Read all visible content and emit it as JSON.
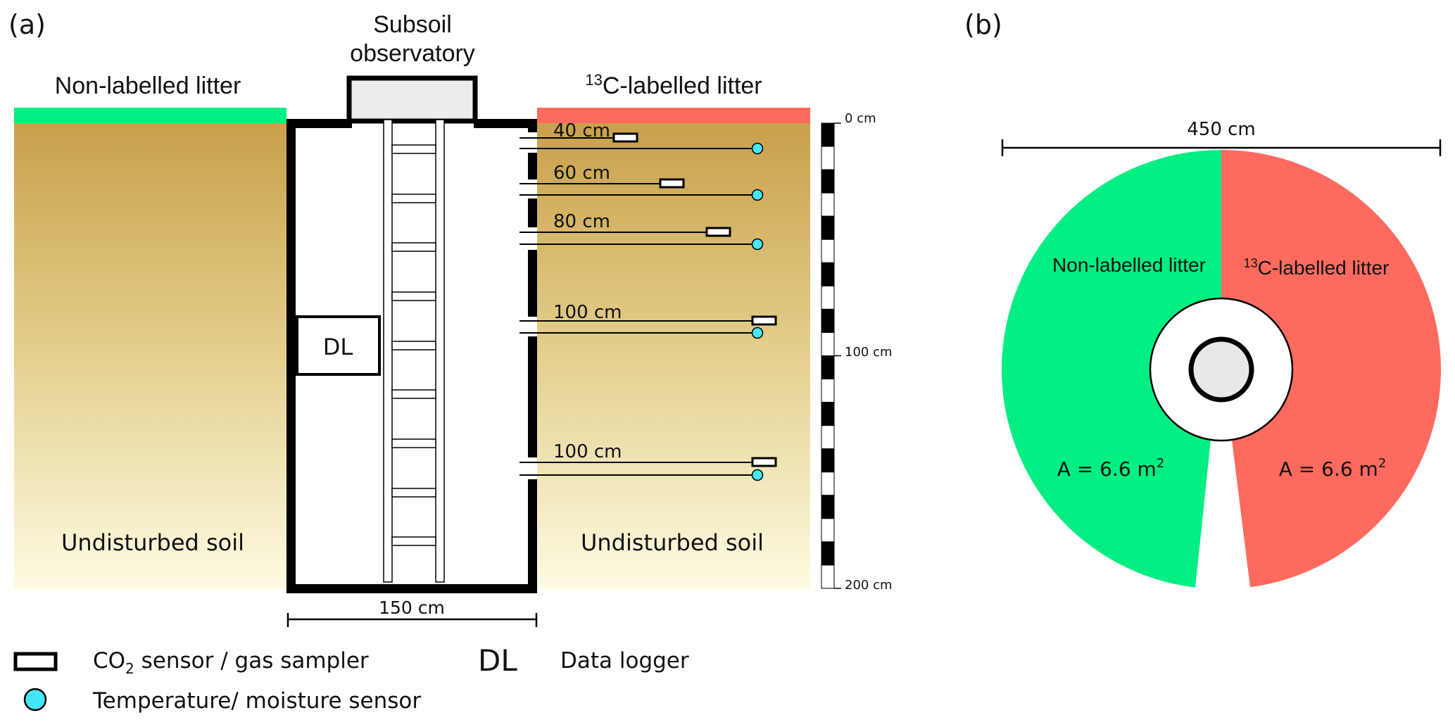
{
  "panel_a": {
    "label": "(a)",
    "observatory_title_line1": "Subsoil",
    "observatory_title_line2": "observatory",
    "left_litter_label": "Non-labelled litter",
    "right_litter_label_sup": "13",
    "right_litter_label": "C-labelled litter",
    "left_soil_label": "Undisturbed soil",
    "right_soil_label": "Undisturbed soil",
    "data_logger_label": "DL",
    "width_scale_label": "150 cm",
    "depth_scale": {
      "labels": [
        "0 cm",
        "100 cm",
        "200 cm"
      ],
      "segments": 20
    },
    "sensors": [
      {
        "depth_label": "40 cm"
      },
      {
        "depth_label": "60 cm"
      },
      {
        "depth_label": "80 cm"
      },
      {
        "depth_label": "100 cm"
      },
      {
        "depth_label": "100 cm"
      }
    ],
    "legend": {
      "co2_prefix": "CO",
      "co2_sub": "2",
      "co2_suffix": " sensor / gas sampler",
      "temp": "Temperature/ moisture sensor",
      "dl_symbol": "DL",
      "dl_text": "Data logger"
    }
  },
  "panel_b": {
    "label": "(b)",
    "diameter_label": "450 cm",
    "left_label": "Non-labelled litter",
    "right_label_sup": "13",
    "right_label": "C-labelled litter",
    "left_area_prefix": "A = 6.6 m",
    "left_area_sup": "2",
    "right_area_prefix": "A = 6.6 m",
    "right_area_sup": "2"
  },
  "colors": {
    "non_labelled": "#00ee82",
    "labelled": "#ff6a5e",
    "soil_top": "#c8a04c",
    "soil_bottom": "#fdfbe2",
    "sensor_temp": "#44e6f7",
    "hatch": "#ececec"
  }
}
